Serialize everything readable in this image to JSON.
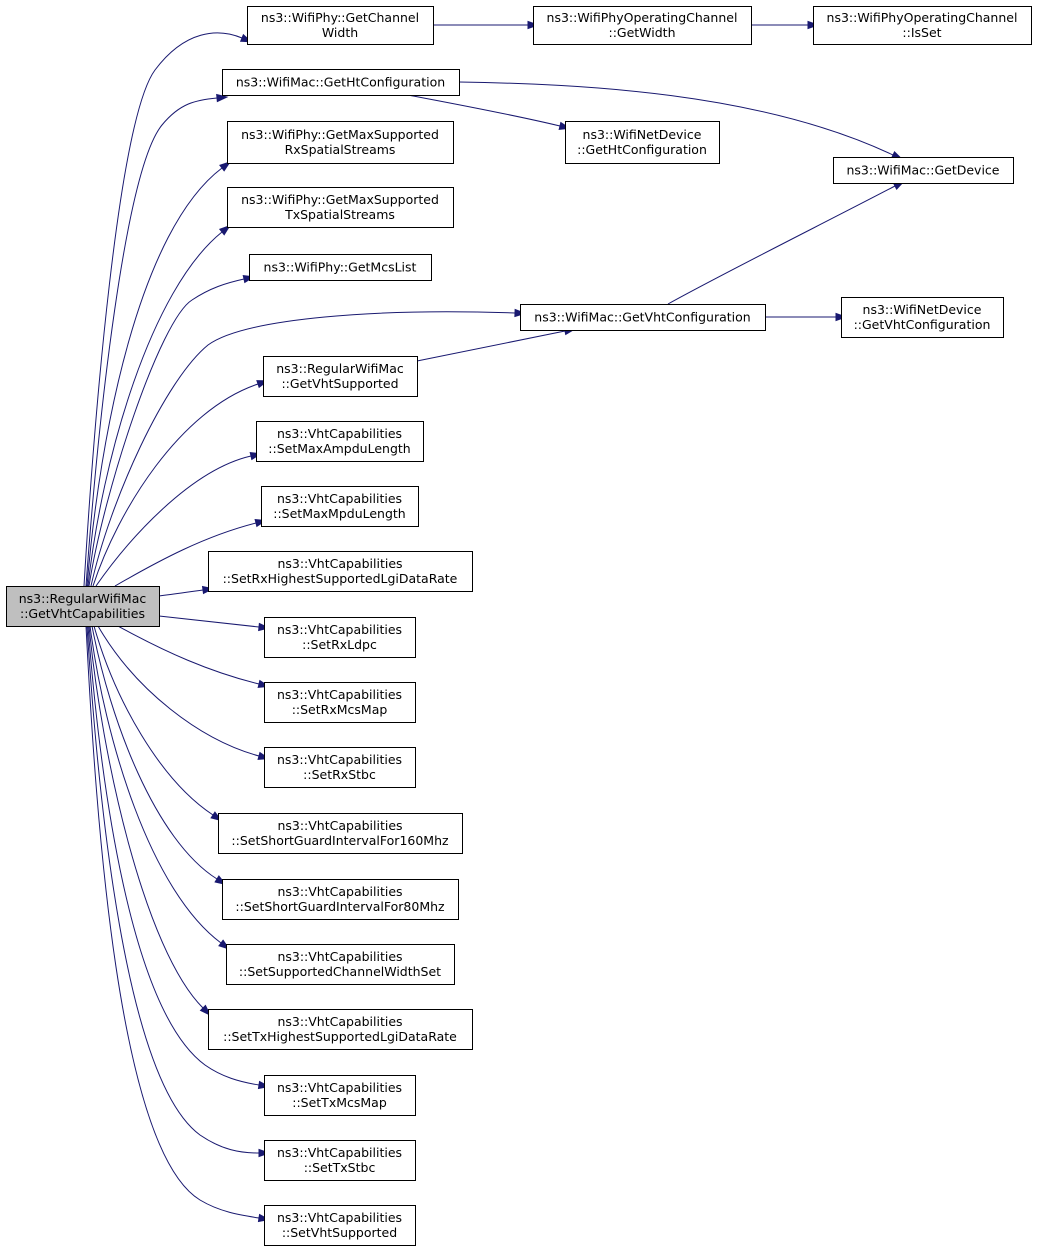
{
  "graph": {
    "title": "",
    "nodes": [
      {
        "id": "root",
        "lines": [
          "ns3::RegularWifiMac",
          "::GetVhtCapabilities"
        ],
        "highlighted": true
      },
      {
        "id": "getChannelWidth",
        "lines": [
          "ns3::WifiPhy::GetChannel",
          "Width"
        ]
      },
      {
        "id": "opGetWidth",
        "lines": [
          "ns3::WifiPhyOperatingChannel",
          "::GetWidth"
        ]
      },
      {
        "id": "opIsSet",
        "lines": [
          "ns3::WifiPhyOperatingChannel",
          "::IsSet"
        ]
      },
      {
        "id": "macGetHtConfig",
        "lines": [
          "ns3::WifiMac::GetHtConfiguration"
        ]
      },
      {
        "id": "devGetHtConfig",
        "lines": [
          "ns3::WifiNetDevice",
          "::GetHtConfiguration"
        ]
      },
      {
        "id": "macGetDevice",
        "lines": [
          "ns3::WifiMac::GetDevice"
        ]
      },
      {
        "id": "maxRxStreams",
        "lines": [
          "ns3::WifiPhy::GetMaxSupported",
          "RxSpatialStreams"
        ]
      },
      {
        "id": "maxTxStreams",
        "lines": [
          "ns3::WifiPhy::GetMaxSupported",
          "TxSpatialStreams"
        ]
      },
      {
        "id": "getMcsList",
        "lines": [
          "ns3::WifiPhy::GetMcsList"
        ]
      },
      {
        "id": "macGetVhtConfig",
        "lines": [
          "ns3::WifiMac::GetVhtConfiguration"
        ]
      },
      {
        "id": "devGetVhtConfig",
        "lines": [
          "ns3::WifiNetDevice",
          "::GetVhtConfiguration"
        ]
      },
      {
        "id": "getVhtSupported",
        "lines": [
          "ns3::RegularWifiMac",
          "::GetVhtSupported"
        ]
      },
      {
        "id": "setMaxAmpdu",
        "lines": [
          "ns3::VhtCapabilities",
          "::SetMaxAmpduLength"
        ]
      },
      {
        "id": "setMaxMpdu",
        "lines": [
          "ns3::VhtCapabilities",
          "::SetMaxMpduLength"
        ]
      },
      {
        "id": "setRxHighest",
        "lines": [
          "ns3::VhtCapabilities",
          "::SetRxHighestSupportedLgiDataRate"
        ]
      },
      {
        "id": "setRxLdpc",
        "lines": [
          "ns3::VhtCapabilities",
          "::SetRxLdpc"
        ]
      },
      {
        "id": "setRxMcsMap",
        "lines": [
          "ns3::VhtCapabilities",
          "::SetRxMcsMap"
        ]
      },
      {
        "id": "setRxStbc",
        "lines": [
          "ns3::VhtCapabilities",
          "::SetRxStbc"
        ]
      },
      {
        "id": "setSgi160",
        "lines": [
          "ns3::VhtCapabilities",
          "::SetShortGuardIntervalFor160Mhz"
        ]
      },
      {
        "id": "setSgi80",
        "lines": [
          "ns3::VhtCapabilities",
          "::SetShortGuardIntervalFor80Mhz"
        ]
      },
      {
        "id": "setChWidthSet",
        "lines": [
          "ns3::VhtCapabilities",
          "::SetSupportedChannelWidthSet"
        ]
      },
      {
        "id": "setTxHighest",
        "lines": [
          "ns3::VhtCapabilities",
          "::SetTxHighestSupportedLgiDataRate"
        ]
      },
      {
        "id": "setTxMcsMap",
        "lines": [
          "ns3::VhtCapabilities",
          "::SetTxMcsMap"
        ]
      },
      {
        "id": "setTxStbc",
        "lines": [
          "ns3::VhtCapabilities",
          "::SetTxStbc"
        ]
      },
      {
        "id": "setVhtSupported",
        "lines": [
          "ns3::VhtCapabilities",
          "::SetVhtSupported"
        ]
      }
    ],
    "edges": [
      [
        "root",
        "getChannelWidth"
      ],
      [
        "root",
        "macGetHtConfig"
      ],
      [
        "root",
        "maxRxStreams"
      ],
      [
        "root",
        "maxTxStreams"
      ],
      [
        "root",
        "getMcsList"
      ],
      [
        "root",
        "macGetVhtConfig"
      ],
      [
        "root",
        "getVhtSupported"
      ],
      [
        "root",
        "setMaxAmpdu"
      ],
      [
        "root",
        "setMaxMpdu"
      ],
      [
        "root",
        "setRxHighest"
      ],
      [
        "root",
        "setRxLdpc"
      ],
      [
        "root",
        "setRxMcsMap"
      ],
      [
        "root",
        "setRxStbc"
      ],
      [
        "root",
        "setSgi160"
      ],
      [
        "root",
        "setSgi80"
      ],
      [
        "root",
        "setChWidthSet"
      ],
      [
        "root",
        "setTxHighest"
      ],
      [
        "root",
        "setTxMcsMap"
      ],
      [
        "root",
        "setTxStbc"
      ],
      [
        "root",
        "setVhtSupported"
      ],
      [
        "getChannelWidth",
        "opGetWidth"
      ],
      [
        "opGetWidth",
        "opIsSet"
      ],
      [
        "macGetHtConfig",
        "devGetHtConfig"
      ],
      [
        "macGetHtConfig",
        "macGetDevice"
      ],
      [
        "macGetVhtConfig",
        "macGetDevice"
      ],
      [
        "macGetVhtConfig",
        "devGetVhtConfig"
      ],
      [
        "getVhtSupported",
        "macGetVhtConfig"
      ]
    ],
    "colors": {
      "edge": "#191970",
      "root_fill": "#bfbfbf",
      "node_fill": "#ffffff",
      "node_stroke": "#000000"
    }
  }
}
